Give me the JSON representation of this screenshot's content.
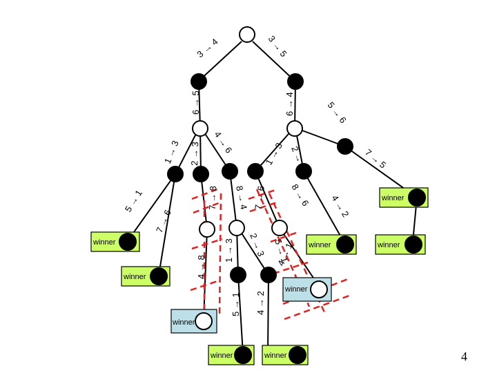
{
  "winner_label": "winner",
  "page_number": "4",
  "move_labels": {
    "root_left": "3 → 4",
    "root_right": "3 → 5",
    "lb_down": "6 → 5",
    "rb_down": "6 → 4",
    "rb_right": "5 → 6",
    "lw_a": "1 → 3",
    "lw_b": "2 → 3",
    "lw_c": "4 → 6",
    "rw_a": "1 → 3",
    "rw_b": "2 → 3",
    "rw_c": "7 → 5",
    "lb1_left": "5 → 1",
    "lb1_right": "7 → 6",
    "lb2_a": "7 → 8",
    "lb2_b": "8 → 4",
    "lb2_c": "1 → 3",
    "lb2_d": "2 → 3",
    "lw2_a": "4 → 8",
    "lw3_a": "5 → 1",
    "lw3_b": "4 → 2",
    "rb2_a": "7 → 6",
    "rb2_b": "8 → 6",
    "rb2_c": "4 → 2",
    "rw2_a": "5 → 1",
    "rw2_b": "4 → 1"
  }
}
